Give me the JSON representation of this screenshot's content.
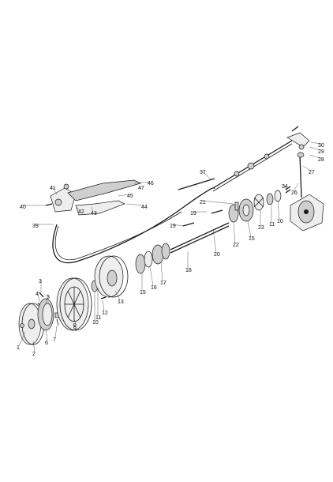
{
  "diagram": {
    "part_labels": [
      "1",
      "2",
      "3",
      "4",
      "5",
      "6",
      "7",
      "8",
      "9",
      "10",
      "11",
      "12",
      "13",
      "15",
      "16",
      "17",
      "18",
      "19",
      "19",
      "20",
      "21",
      "22",
      "15",
      "23",
      "11",
      "10",
      "34",
      "26",
      "27",
      "28",
      "29",
      "30",
      "37",
      "39",
      "40",
      "41",
      "42",
      "43",
      "44",
      "45",
      "46",
      "47"
    ]
  }
}
